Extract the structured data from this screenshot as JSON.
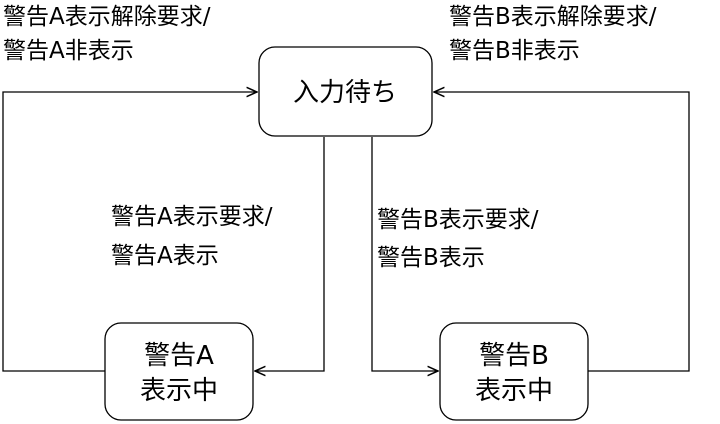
{
  "states": {
    "waiting": {
      "label": "入力待ち"
    },
    "warning_a": {
      "line1": "警告A",
      "line2": "表示中"
    },
    "warning_b": {
      "line1": "警告B",
      "line2": "表示中"
    }
  },
  "transitions": {
    "a_cancel": {
      "line1": "警告A表示解除要求/",
      "line2": "警告A非表示"
    },
    "b_cancel": {
      "line1": "警告B表示解除要求/",
      "line2": "警告B非表示"
    },
    "a_request": {
      "line1": "警告A表示要求/",
      "line2": "警告A表示"
    },
    "b_request": {
      "line1": "警告B表示要求/",
      "line2": "警告B表示"
    }
  }
}
